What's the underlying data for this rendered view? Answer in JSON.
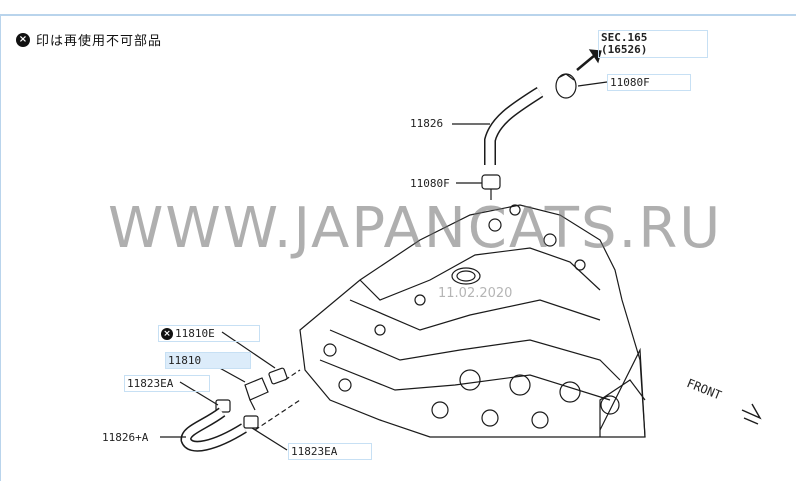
{
  "legend": {
    "mark": "×",
    "text": "印は再使用不可部品"
  },
  "sec": {
    "line1": "SEC.165",
    "line2": "(16526)"
  },
  "parts": {
    "p11080f_top": "11080F",
    "p11826": "11826",
    "p11080f_mid": "11080F",
    "p11810e": "11810E",
    "p11810": "11810",
    "p11823ea_left": "11823EA",
    "p11826a": "11826+A",
    "p11823ea_bottom": "11823EA"
  },
  "watermark": {
    "text": "WWW.JAPANCATS.RU",
    "date": "11.02.2020"
  },
  "front": "FRONT",
  "icons": {
    "x_mark": "x-circle-icon",
    "arrow": "up-right-arrow-icon"
  }
}
